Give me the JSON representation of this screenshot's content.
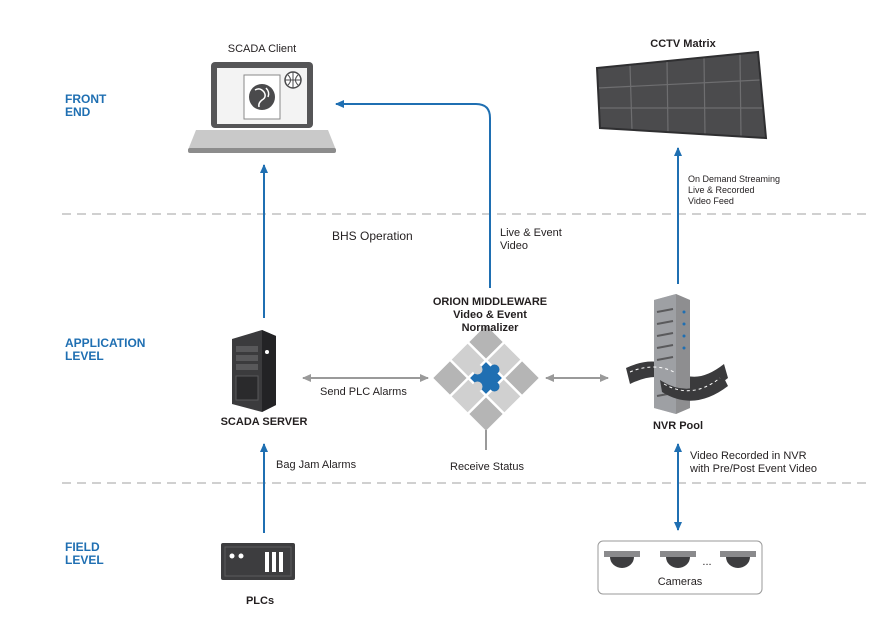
{
  "levels": {
    "front_end": [
      "FRONT",
      "END"
    ],
    "application": [
      "APPLICATION",
      "LEVEL"
    ],
    "field": [
      "FIELD",
      "LEVEL"
    ]
  },
  "nodes": {
    "scada_client": "SCADA Client",
    "cctv_matrix": "CCTV Matrix",
    "middleware": [
      "ORION MIDDLEWARE",
      "Video & Event",
      "Normalizer"
    ],
    "scada_server": "SCADA SERVER",
    "nvr_pool": "NVR Pool",
    "plcs": "PLCs",
    "cameras": "Cameras",
    "cameras_ellipsis": "..."
  },
  "edges": {
    "bhs_operation": "BHS Operation",
    "live_event_video": [
      "Live & Event",
      "Video"
    ],
    "on_demand": [
      "On Demand Streaming",
      "Live & Recorded",
      "Video Feed"
    ],
    "send_plc_alarms": "Send PLC Alarms",
    "receive_status": "Receive Status",
    "bag_jam_alarms": "Bag Jam Alarms",
    "video_recorded": [
      "Video Recorded in NVR",
      "with Pre/Post Event Video"
    ]
  },
  "colors": {
    "arrow_blue": "#1f6fb2",
    "gray_arrow": "#9a9a9a",
    "dark_device": "#3d3d3f",
    "puzzle_center": "#1f6fb2"
  }
}
